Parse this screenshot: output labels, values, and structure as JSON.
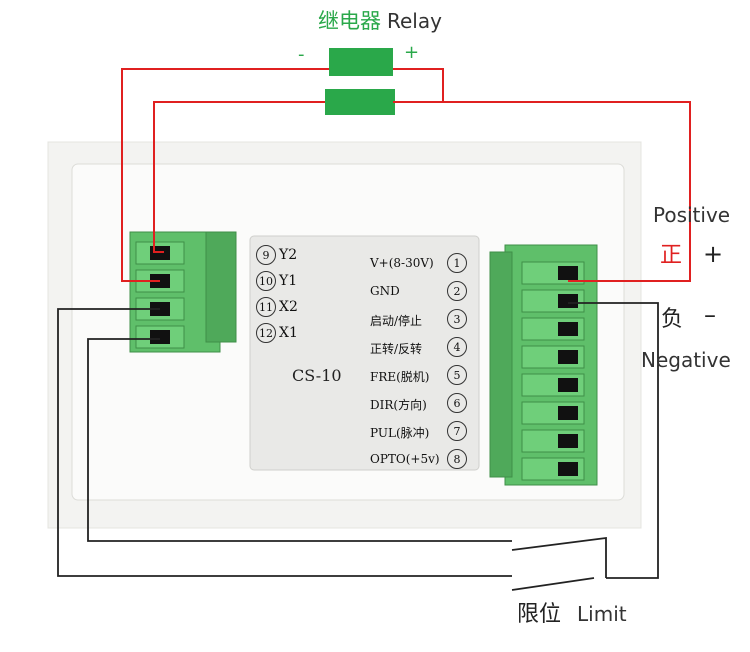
{
  "relay": {
    "title_zh": "继电器",
    "title_en": "Relay",
    "minus": "-",
    "plus": "+"
  },
  "positive": {
    "en": "Positive",
    "zh": "正",
    "sign": "+"
  },
  "negative": {
    "zh": "负",
    "sign": "–",
    "en": "Negative"
  },
  "limit": {
    "zh": "限位",
    "en": "Limit"
  },
  "device": {
    "model": "CS-10",
    "left_terminals": [
      {
        "num": "9",
        "label": "Y2"
      },
      {
        "num": "10",
        "label": "Y1"
      },
      {
        "num": "11",
        "label": "X2"
      },
      {
        "num": "12",
        "label": "X1"
      }
    ],
    "right_terminals": [
      {
        "label": "V+(8-30V)",
        "num": "1"
      },
      {
        "label": "GND",
        "num": "2"
      },
      {
        "label": "启动/停止",
        "num": "3"
      },
      {
        "label": "正转/反转",
        "num": "4"
      },
      {
        "label": "FRE(脱机)",
        "num": "5"
      },
      {
        "label": "DIR(方向)",
        "num": "6"
      },
      {
        "label": "PUL(脉冲)",
        "num": "7"
      },
      {
        "label": "OPTO(+5v)",
        "num": "8"
      }
    ]
  },
  "colors": {
    "relay_green": "#2aa84a",
    "terminal_green": "#5fbf6a",
    "wire_red": "#e02020",
    "wire_black": "#222222"
  }
}
